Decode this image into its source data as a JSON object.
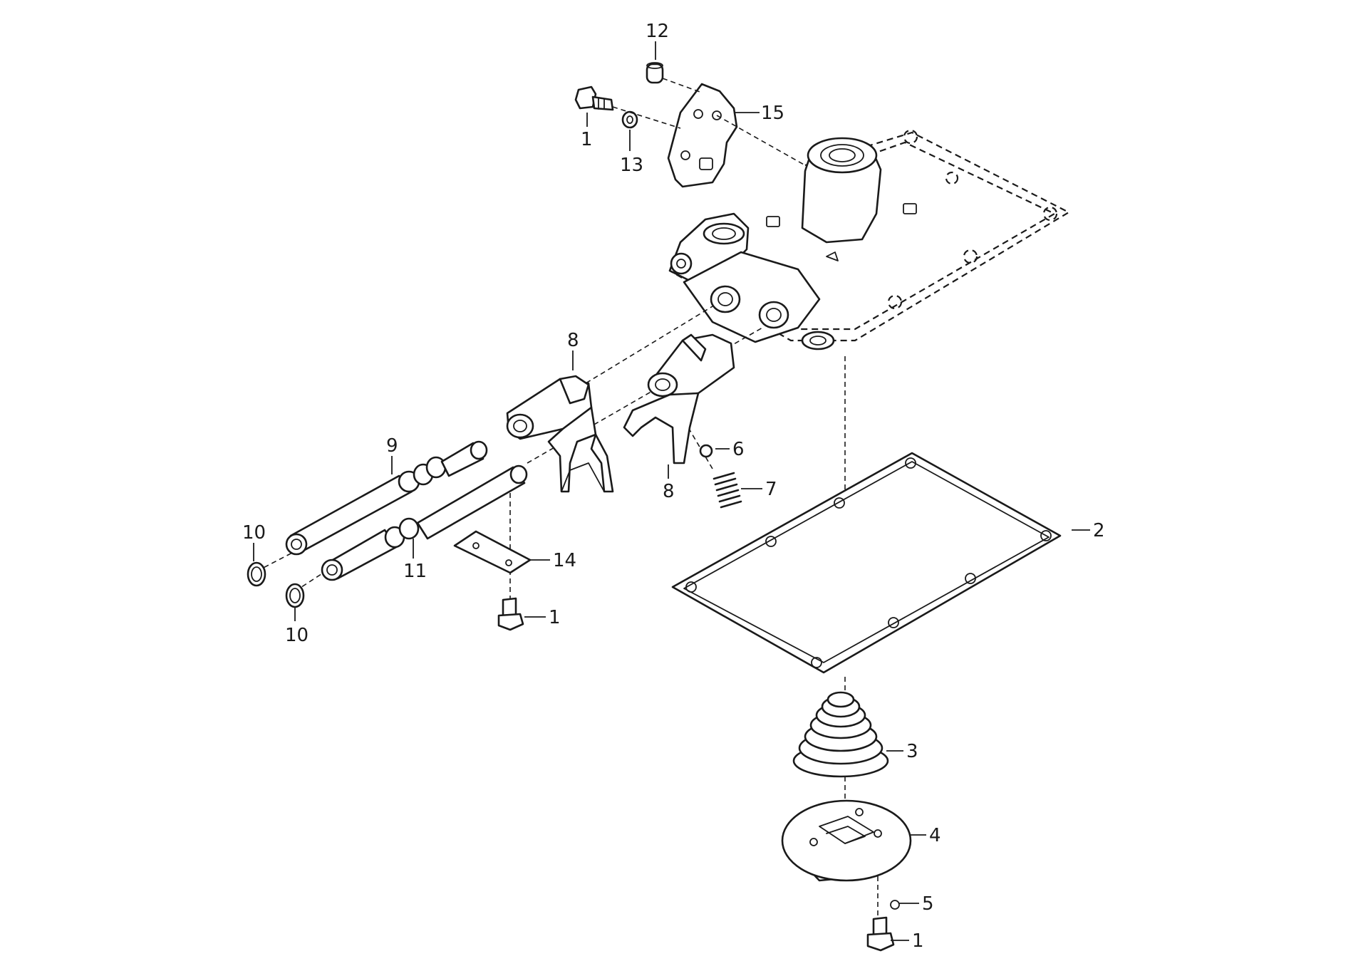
{
  "diagram": {
    "colors": {
      "line": "#1a1a1a",
      "background": "#ffffff"
    },
    "callouts": {
      "c1_top": "1",
      "c1_mid": "1",
      "c1_bottom": "1",
      "c2": "2",
      "c3": "3",
      "c4": "4",
      "c5": "5",
      "c6": "6",
      "c7": "7",
      "c8_upper": "8",
      "c8_lower": "8",
      "c9": "9",
      "c10_upper": "10",
      "c10_lower": "10",
      "c11": "11",
      "c12": "12",
      "c13": "13",
      "c14": "14",
      "c15": "15"
    }
  }
}
